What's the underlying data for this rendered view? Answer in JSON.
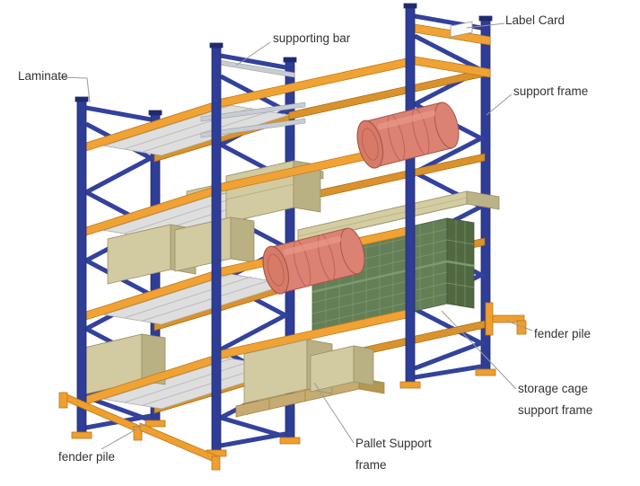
{
  "diagram": {
    "subject": "pallet racking system parts diagram",
    "labels": {
      "supporting_bar": "supporting bar",
      "label_card": "Label Card",
      "laminate": "Laminate",
      "support_frame": "support frame",
      "fender_pile_right": "fender pile",
      "storage_cage_support_frame": "storage cage support frame",
      "pallet_support_frame": "Pallet Support frame",
      "fender_pile_left": "fender pile"
    },
    "palette": {
      "upright_blue": "#2e3d96",
      "beam_orange": "#f0a235",
      "box_tan": "#d2caa0",
      "drum_salmon": "#dc8272",
      "cage_green": "#647f57",
      "laminate_gray": "#dedede",
      "fender_orange": "#ef9f2e",
      "leader_gray": "#9a9a9a",
      "text": "#333333"
    }
  }
}
